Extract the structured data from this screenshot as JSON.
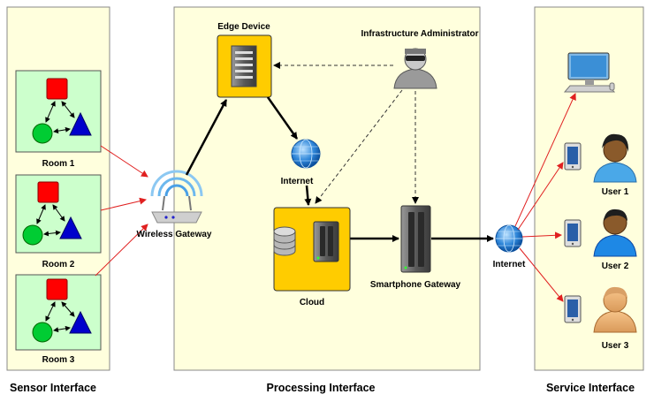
{
  "sections": {
    "sensor": "Sensor Interface",
    "processing": "Processing Interface",
    "service": "Service Interface"
  },
  "rooms": [
    {
      "label": "Room 1"
    },
    {
      "label": "Room 2"
    },
    {
      "label": "Room 3"
    }
  ],
  "nodes": {
    "wireless_gateway": "Wireless Gateway",
    "edge_device": "Edge Device",
    "infra_admin": "Infrastructure Administrator",
    "internet_processing": "Internet",
    "cloud": "Cloud",
    "smartphone_gateway": "Smartphone Gateway",
    "internet_service": "Internet"
  },
  "users": [
    {
      "label": "User 1"
    },
    {
      "label": "User 2"
    },
    {
      "label": "User 3"
    }
  ],
  "colors": {
    "panel_fill": "#ffffdd",
    "room_fill": "#ccffcc",
    "device_fill": "#ffcc00",
    "red_arrow": "#e02020",
    "square": "#ff0000",
    "circle": "#00cc33",
    "triangle": "#0000cc"
  }
}
